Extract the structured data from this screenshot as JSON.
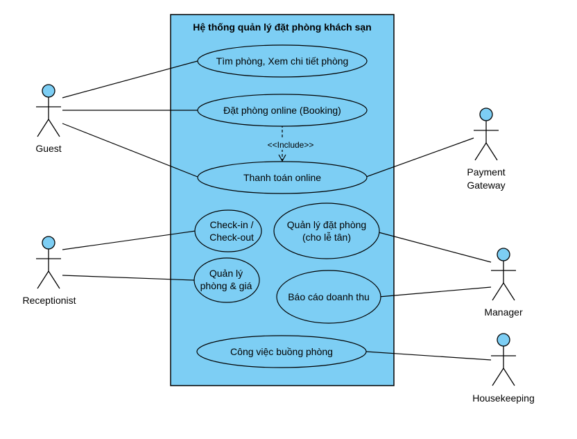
{
  "system": {
    "title": "Hệ thống quản lý đặt phòng khách sạn",
    "fill_color": "#7dcef4"
  },
  "actor_color": "#7dcef4",
  "actors": {
    "guest": {
      "label": "Guest"
    },
    "receptionist": {
      "label": "Receptionist"
    },
    "payment": {
      "line1": "Payment",
      "line2": "Gateway"
    },
    "manager": {
      "label": "Manager"
    },
    "housekeeping": {
      "label": "Housekeeping"
    }
  },
  "use_cases": {
    "search": {
      "label": "Tìm phòng, Xem chi tiết phòng"
    },
    "booking": {
      "label": "Đặt phòng online (Booking)"
    },
    "payment": {
      "label": "Thanh toán online"
    },
    "checkin": {
      "line1": "Check-in /",
      "line2": "Check-out"
    },
    "room_price": {
      "line1": "Quản lý",
      "line2": "phòng & giá"
    },
    "manage_booking": {
      "line1": "Quản lý đặt phòng",
      "line2": "(cho lễ tân)"
    },
    "revenue": {
      "label": "Báo cáo doanh thu"
    },
    "housekeeping": {
      "label": "Công việc buồng phòng"
    }
  },
  "relations": {
    "include_label": "<<Include>>"
  }
}
